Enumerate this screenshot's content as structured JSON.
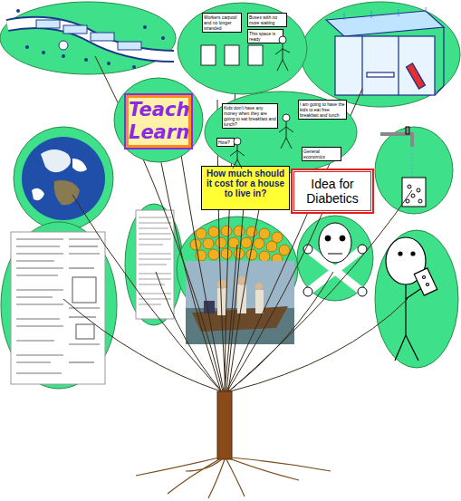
{
  "diagram": {
    "nodes": [
      {
        "text": [
          "Workers carpool and no longer stranded",
          "Buses with no more waiting",
          "This space is ready"
        ]
      },
      {
        "text": [
          "Teach Learn"
        ]
      },
      {
        "text": [
          "Kids don't have any money when they are going to eat breakfast and lunch?",
          "I am going to have the kids to eat free breakfast and lunch",
          "How?",
          "General economics"
        ]
      },
      {
        "text": [
          "How much should it cost for a house to live in?"
        ]
      },
      {
        "text": [
          "Idea for Diabetics"
        ]
      }
    ]
  }
}
